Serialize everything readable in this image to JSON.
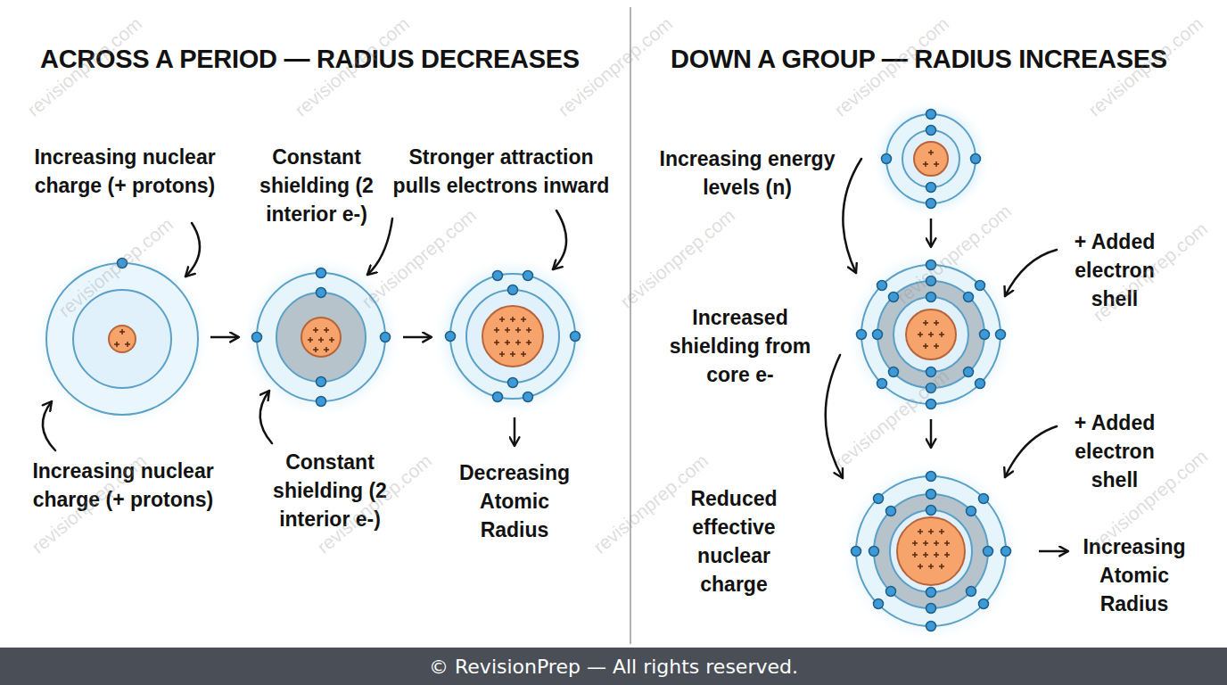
{
  "diagram": {
    "nodes": [
      {
        "text": [
          "© RevisionPrep — All rights reserved."
        ]
      }
    ],
    "labels": [
      "ACROSS A PERIOD — RADIUS DECREASES",
      "DOWN A GROUP — RADIUS INCREASES",
      "Increasing nuclear charge (+ protons)",
      "Constant shielding (2 interior e-)",
      "Stronger attraction pulls electrons inward",
      "Increasing nuclear charge (+ protons)",
      "Constant shielding (2 interior e-)",
      "Decreasing Atomic Radius",
      "Increasing energy levels (n)",
      "+ Added electron shell",
      "Increased shielding from core e-",
      "+ Added electron shell",
      "Reduced effective nuclear charge",
      "Increasing Atomic Radius",
      "revisionprep.com",
      "revisionprep.com",
      "revisionprep.com",
      "revisionprep.com",
      "revisionprep.com",
      "revisionprep.com",
      "revisionprep.com",
      "revisionprep.com",
      "revisionprep.com",
      "revisionprep.com",
      "revisionprep.com",
      "revisionprep.com",
      "revisionprep.com",
      "revisionprep.com",
      "revisionprep.com"
    ]
  }
}
